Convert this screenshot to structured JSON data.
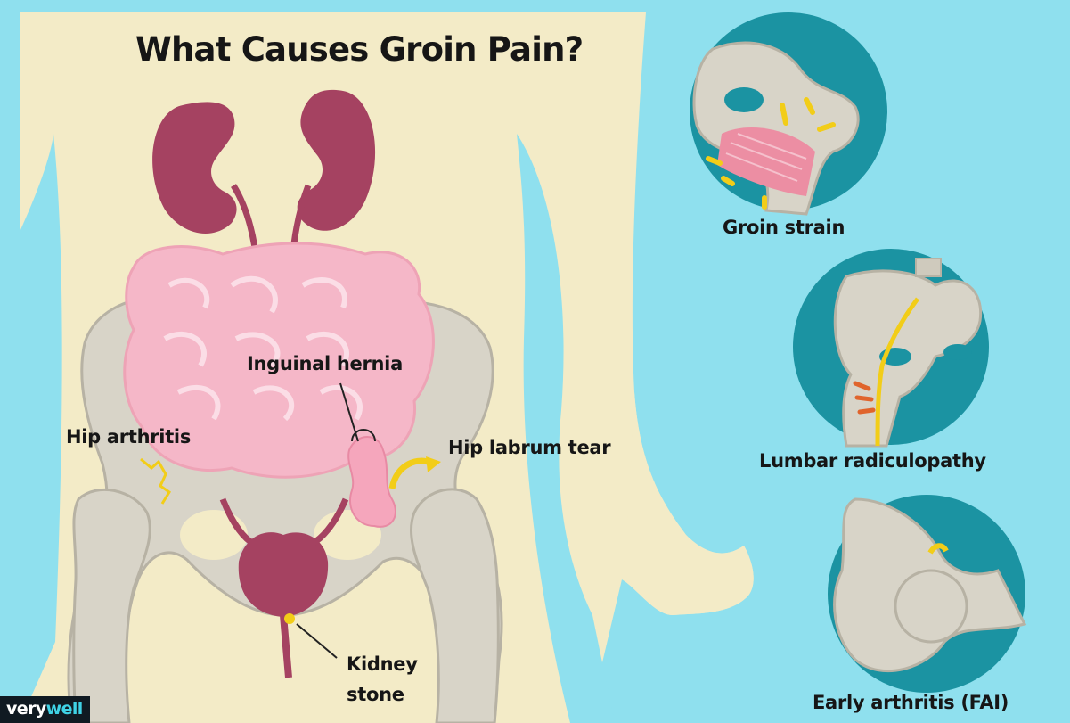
{
  "title": "What Causes Groin Pain?",
  "labels": {
    "hip_arthritis": "Hip arthritis",
    "inguinal_hernia": "Inguinal hernia",
    "hip_labrum_tear": "Hip labrum tear",
    "kidney_stone_line1": "Kidney",
    "kidney_stone_line2": "stone",
    "groin_strain": "Groin strain",
    "lumbar_radiculopathy": "Lumbar radiculopathy",
    "early_arthritis": "Early arthritis (FAI)"
  },
  "brand": {
    "part1": "very",
    "part2": "well"
  },
  "colors": {
    "background": "#8fe0ee",
    "skin": "#f3ebc7",
    "bone": "#d8d4c8",
    "bone_outline": "#b7b2a4",
    "kidney": "#a54261",
    "intestine": "#f5b7c8",
    "pain_marker": "#f2cd18",
    "inset_circle": "#1b93a2",
    "muscle": "#ec8ea3"
  }
}
